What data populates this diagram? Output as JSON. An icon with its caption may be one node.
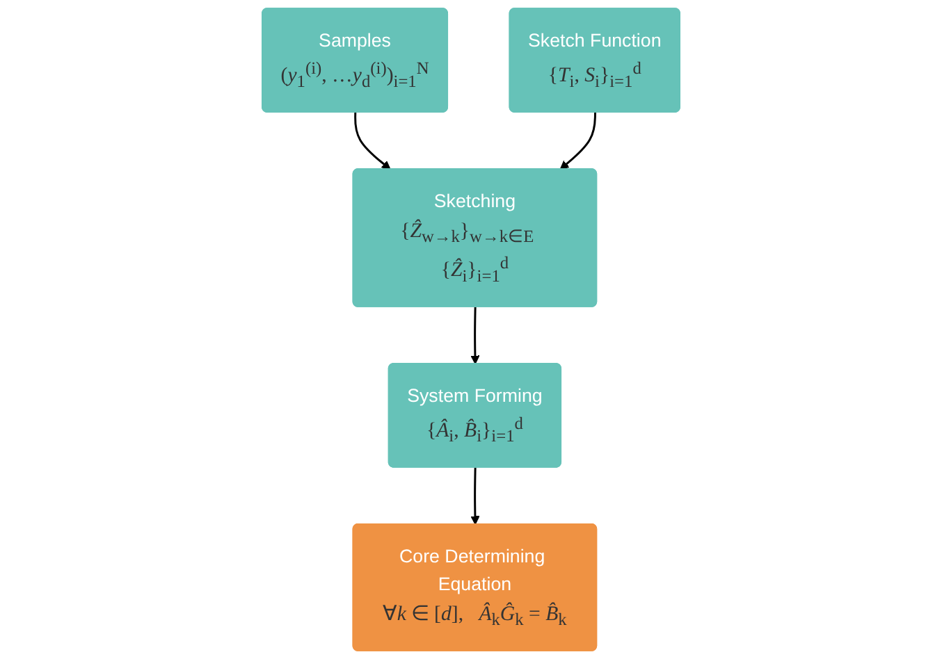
{
  "diagram": {
    "nodes": [
      {
        "text": [
          "Samples",
          "(*y*$_{1}$$^{(i)}$, …*y*$_{d}$$^{(i)}$)$_{i=1}$$^{N}$"
        ]
      },
      {
        "text": [
          "Sketch Function",
          "{*T*$_{i}$, *S*$_{i}$}$_{i=1}$$^{d}$"
        ]
      },
      {
        "text": [
          "Sketching",
          "{*Ẑ*$_{w→k}$}$_{w→k∈E}$   {*Ẑ*$_{i}$}$_{i=1}$$^{d}$"
        ]
      },
      {
        "text": [
          "System Forming",
          "{*Â*$_{i}$, *B̂*$_{i}$}$_{i=1}$$^{d}$"
        ]
      },
      {
        "text": [
          "Core Determining Equation",
          "∀*k* ∈ [*d*],   *Â*$_{k}$*Ĝ*$_{k}$ = *B̂*$_{k}$"
        ]
      }
    ],
    "edges": [
      {
        "from": 0,
        "to": 2,
        "arrow": "to"
      },
      {
        "from": 1,
        "to": 2,
        "arrow": "to"
      },
      {
        "from": 2,
        "to": 3,
        "arrow": "to"
      },
      {
        "from": 3,
        "to": 4,
        "arrow": "to"
      }
    ]
  }
}
